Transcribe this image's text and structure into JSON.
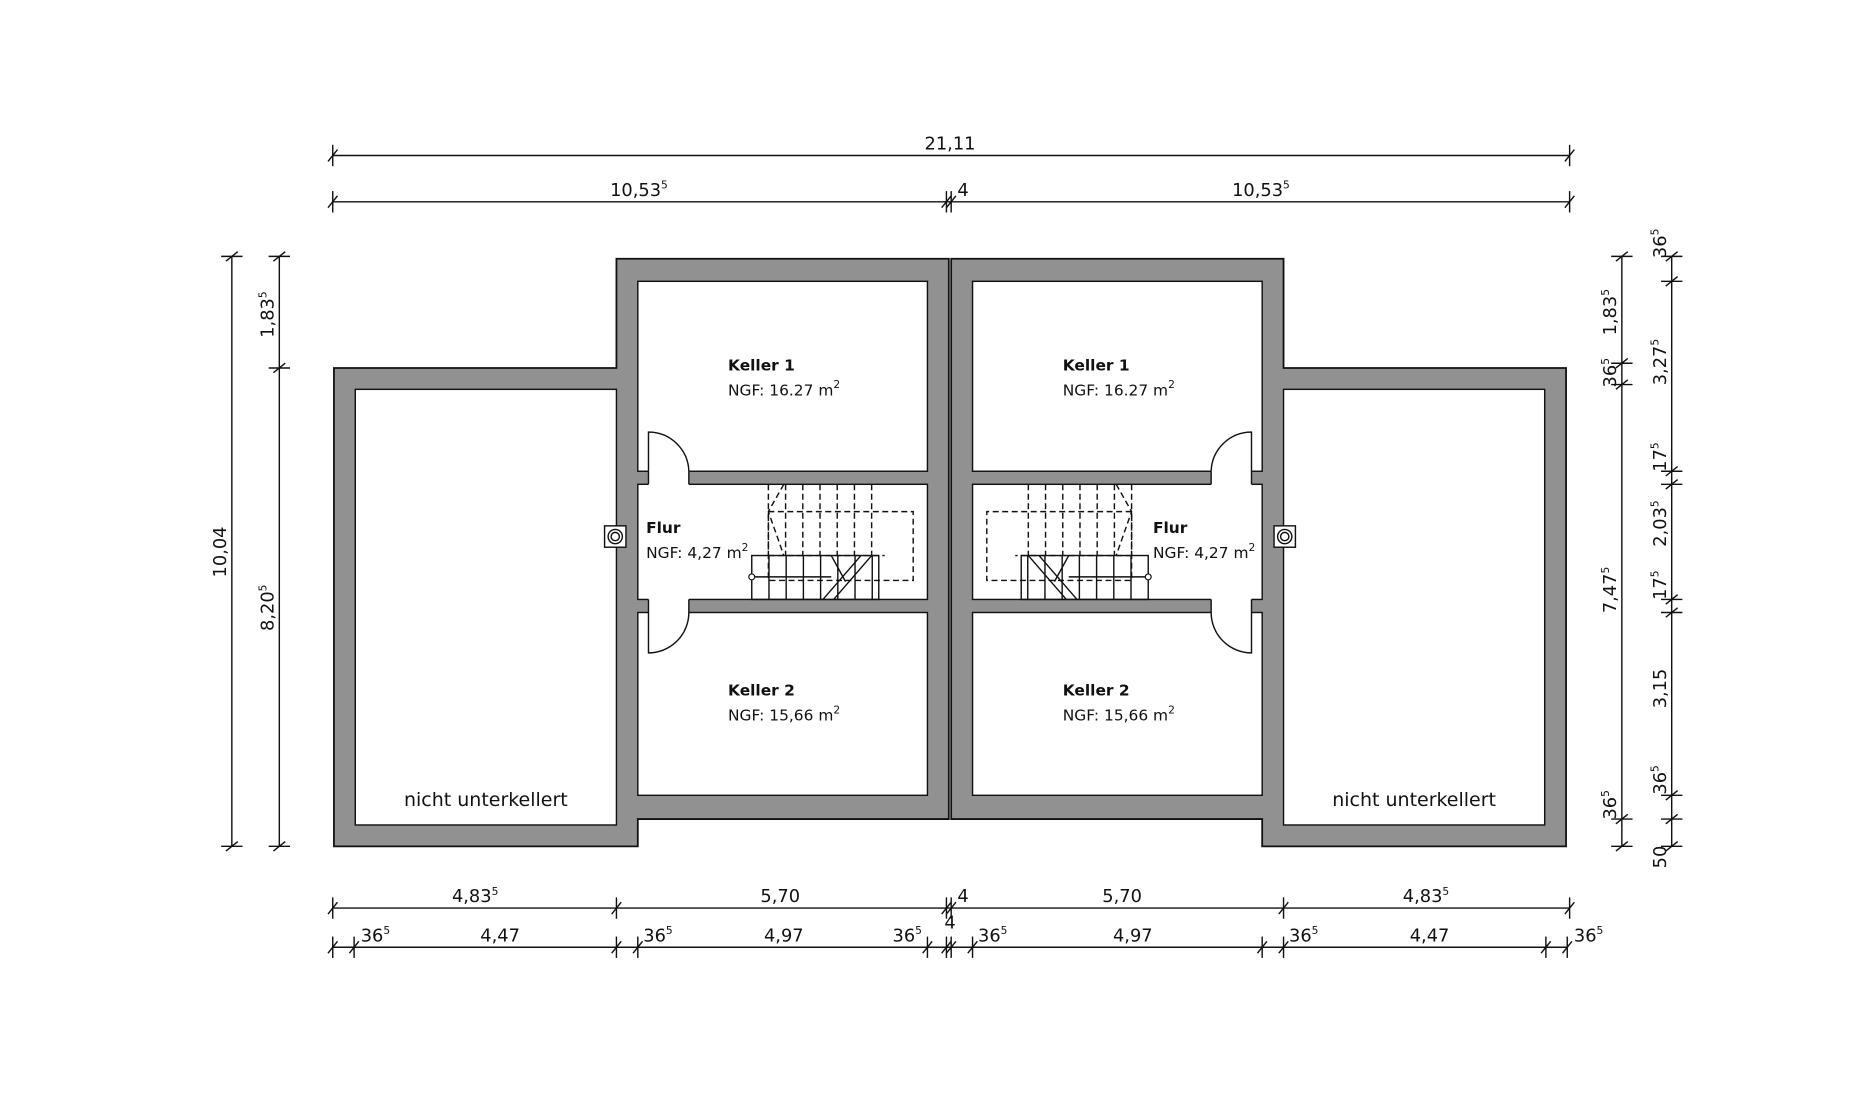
{
  "top_dims": {
    "total": {
      "main": "21,11",
      "sup": ""
    },
    "row2": [
      {
        "main": "10,53",
        "sup": "5"
      },
      {
        "main": "4",
        "sup": ""
      },
      {
        "main": "10,53",
        "sup": "5"
      }
    ]
  },
  "left_dims": {
    "total": {
      "main": "10,04",
      "sup": ""
    },
    "row2": [
      {
        "main": "1,83",
        "sup": "5"
      },
      {
        "main": "8,20",
        "sup": "5"
      }
    ]
  },
  "right_dims": {
    "row1": [
      {
        "main": "1,83",
        "sup": "5"
      },
      {
        "main": "36",
        "sup": "5"
      },
      {
        "main": "7,47",
        "sup": "5"
      },
      {
        "main": "36",
        "sup": "5"
      }
    ],
    "row2": [
      {
        "main": "36",
        "sup": "5"
      },
      {
        "main": "3,27",
        "sup": "5"
      },
      {
        "main": "17",
        "sup": "5"
      },
      {
        "main": "2,03",
        "sup": "5"
      },
      {
        "main": "17",
        "sup": "5"
      },
      {
        "main": "3,15",
        "sup": ""
      },
      {
        "main": "36",
        "sup": "5"
      },
      {
        "main": "50",
        "sup": ""
      }
    ]
  },
  "bottom_dims": {
    "row1": [
      {
        "main": "4,83",
        "sup": "5"
      },
      {
        "main": "5,70",
        "sup": ""
      },
      {
        "main": "4",
        "sup": ""
      },
      {
        "main": "5,70",
        "sup": ""
      },
      {
        "main": "4,83",
        "sup": "5"
      }
    ],
    "row1_extra": {
      "main": "4",
      "sup": ""
    },
    "row2": [
      {
        "main": "36",
        "sup": "5"
      },
      {
        "main": "4,47",
        "sup": ""
      },
      {
        "main": "36",
        "sup": "5"
      },
      {
        "main": "4,97",
        "sup": ""
      },
      {
        "main": "36",
        "sup": "5"
      },
      {
        "main": "36",
        "sup": "5"
      },
      {
        "main": "4,97",
        "sup": ""
      },
      {
        "main": "36",
        "sup": "5"
      },
      {
        "main": "4,47",
        "sup": ""
      },
      {
        "main": "36",
        "sup": "5"
      }
    ]
  },
  "rooms": {
    "left": {
      "keller1": {
        "name": "Keller 1",
        "area": "NGF: 16.27 m",
        "unit_sup": "2"
      },
      "flur": {
        "name": "Flur",
        "area": "NGF: 4,27 m",
        "unit_sup": "2"
      },
      "keller2": {
        "name": "Keller 2",
        "area": "NGF: 15,66 m",
        "unit_sup": "2"
      },
      "wing": {
        "name": "nicht unterkellert"
      }
    },
    "right": {
      "keller1": {
        "name": "Keller 1",
        "area": "NGF: 16.27 m",
        "unit_sup": "2"
      },
      "flur": {
        "name": "Flur",
        "area": "NGF: 4,27 m",
        "unit_sup": "2"
      },
      "keller2": {
        "name": "Keller 2",
        "area": "NGF: 15,66 m",
        "unit_sup": "2"
      },
      "wing": {
        "name": "nicht unterkellert"
      }
    }
  },
  "colors": {
    "wall": "#919191",
    "line": "#111111",
    "background": "#ffffff"
  }
}
